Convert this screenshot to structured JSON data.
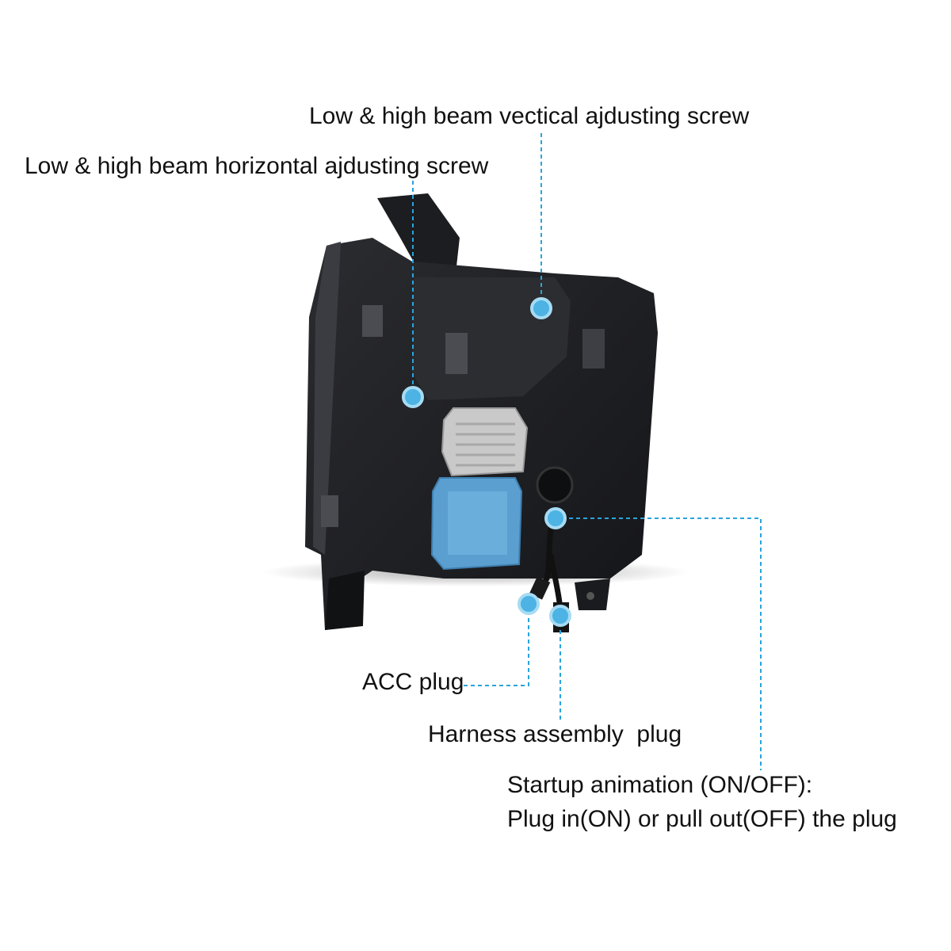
{
  "callouts": {
    "vertical_screw": "Low & high beam vectical ajdusting screw",
    "horizontal_screw": "Low & high beam horizontal ajdusting screw",
    "acc_plug": "ACC plug",
    "harness_plug": "Harness assembly  plug",
    "startup_line1": "Startup animation (ON/OFF):",
    "startup_line2": "Plug in(ON) or pull out(OFF) the plug"
  },
  "colors": {
    "leader_line": "#2aa4dc",
    "marker": "#4cb3e4",
    "housing": "#1e1f22",
    "module_blue": "#5a9fd0",
    "module_silver": "#c9c9c9"
  }
}
